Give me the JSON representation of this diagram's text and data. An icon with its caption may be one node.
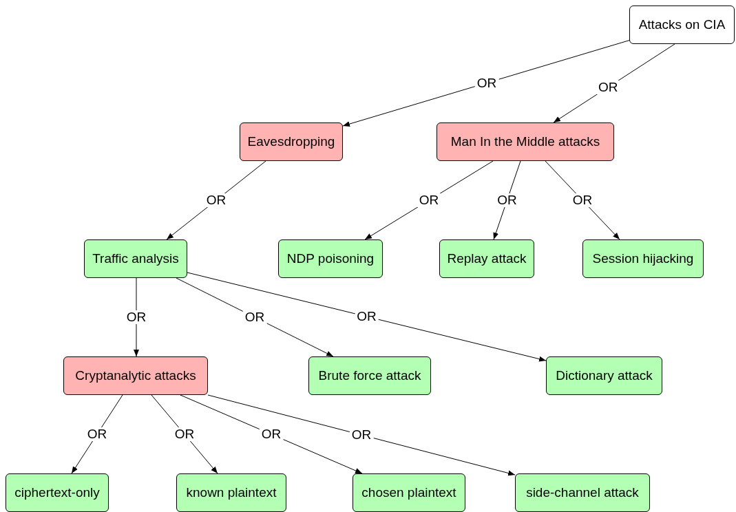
{
  "diagram": {
    "nodes": [
      {
        "text": [
          "Attacks on CIA"
        ]
      },
      {
        "text": [
          "Eavesdropping"
        ]
      },
      {
        "text": [
          "Man In the Middle attacks"
        ]
      },
      {
        "text": [
          "Traffic analysis"
        ]
      },
      {
        "text": [
          "NDP poisoning"
        ]
      },
      {
        "text": [
          "Replay attack"
        ]
      },
      {
        "text": [
          "Session hijacking"
        ]
      },
      {
        "text": [
          "Cryptanalytic attacks"
        ]
      },
      {
        "text": [
          "Brute force attack"
        ]
      },
      {
        "text": [
          "Dictionary attack"
        ]
      },
      {
        "text": [
          "ciphertext-only"
        ]
      },
      {
        "text": [
          "known plaintext"
        ]
      },
      {
        "text": [
          "chosen plaintext"
        ]
      },
      {
        "text": [
          "side-channel attack"
        ]
      }
    ],
    "edges": [
      {
        "from": 0,
        "to": 1,
        "arrow": "to",
        "label": "OR"
      },
      {
        "from": 0,
        "to": 2,
        "arrow": "to",
        "label": "OR"
      },
      {
        "from": 1,
        "to": 3,
        "arrow": "to",
        "label": "OR"
      },
      {
        "from": 2,
        "to": 4,
        "arrow": "to",
        "label": "OR"
      },
      {
        "from": 2,
        "to": 5,
        "arrow": "to",
        "label": "OR"
      },
      {
        "from": 2,
        "to": 6,
        "arrow": "to",
        "label": "OR"
      },
      {
        "from": 3,
        "to": 7,
        "arrow": "to",
        "label": "OR"
      },
      {
        "from": 3,
        "to": 8,
        "arrow": "to",
        "label": "OR"
      },
      {
        "from": 3,
        "to": 9,
        "arrow": "to",
        "label": "OR"
      },
      {
        "from": 7,
        "to": 10,
        "arrow": "to",
        "label": "OR"
      },
      {
        "from": 7,
        "to": 11,
        "arrow": "to",
        "label": "OR"
      },
      {
        "from": 7,
        "to": 12,
        "arrow": "to",
        "label": "OR"
      },
      {
        "from": 7,
        "to": 13,
        "arrow": "to",
        "label": "OR"
      }
    ]
  }
}
